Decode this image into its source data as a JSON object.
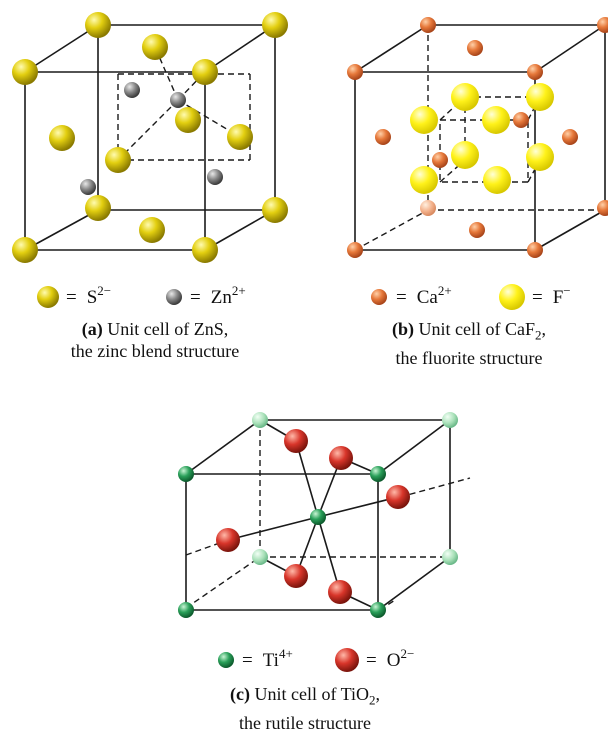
{
  "panel_a": {
    "legend": [
      {
        "symbol": "S",
        "charge": "2−",
        "equals": "=",
        "color": "#d8c400"
      },
      {
        "symbol": "Zn",
        "charge": "2+",
        "equals": "=",
        "color": "#7a7a7a"
      }
    ],
    "caption_label": "(a)",
    "caption_line1": "Unit cell of ZnS,",
    "caption_line2": "the zinc blend structure"
  },
  "panel_b": {
    "legend": [
      {
        "symbol": "Ca",
        "charge": "2+",
        "equals": "=",
        "color": "#e07a3a"
      },
      {
        "symbol": "F",
        "charge": "−",
        "equals": "=",
        "color": "#ffee00"
      }
    ],
    "caption_label": "(b)",
    "caption_line1_pre": "Unit cell of CaF",
    "caption_line1_sub": "2",
    "caption_line1_post": ",",
    "caption_line2": "the fluorite structure"
  },
  "panel_c": {
    "legend": [
      {
        "symbol": "Ti",
        "charge": "4+",
        "equals": "=",
        "color": "#2aa05a"
      },
      {
        "symbol": "O",
        "charge": "2−",
        "equals": "=",
        "color": "#d8352a"
      }
    ],
    "caption_label": "(c)",
    "caption_line1_pre": "Unit cell of TiO",
    "caption_line1_sub": "2",
    "caption_line1_post": ",",
    "caption_line2": "the rutile structure"
  }
}
